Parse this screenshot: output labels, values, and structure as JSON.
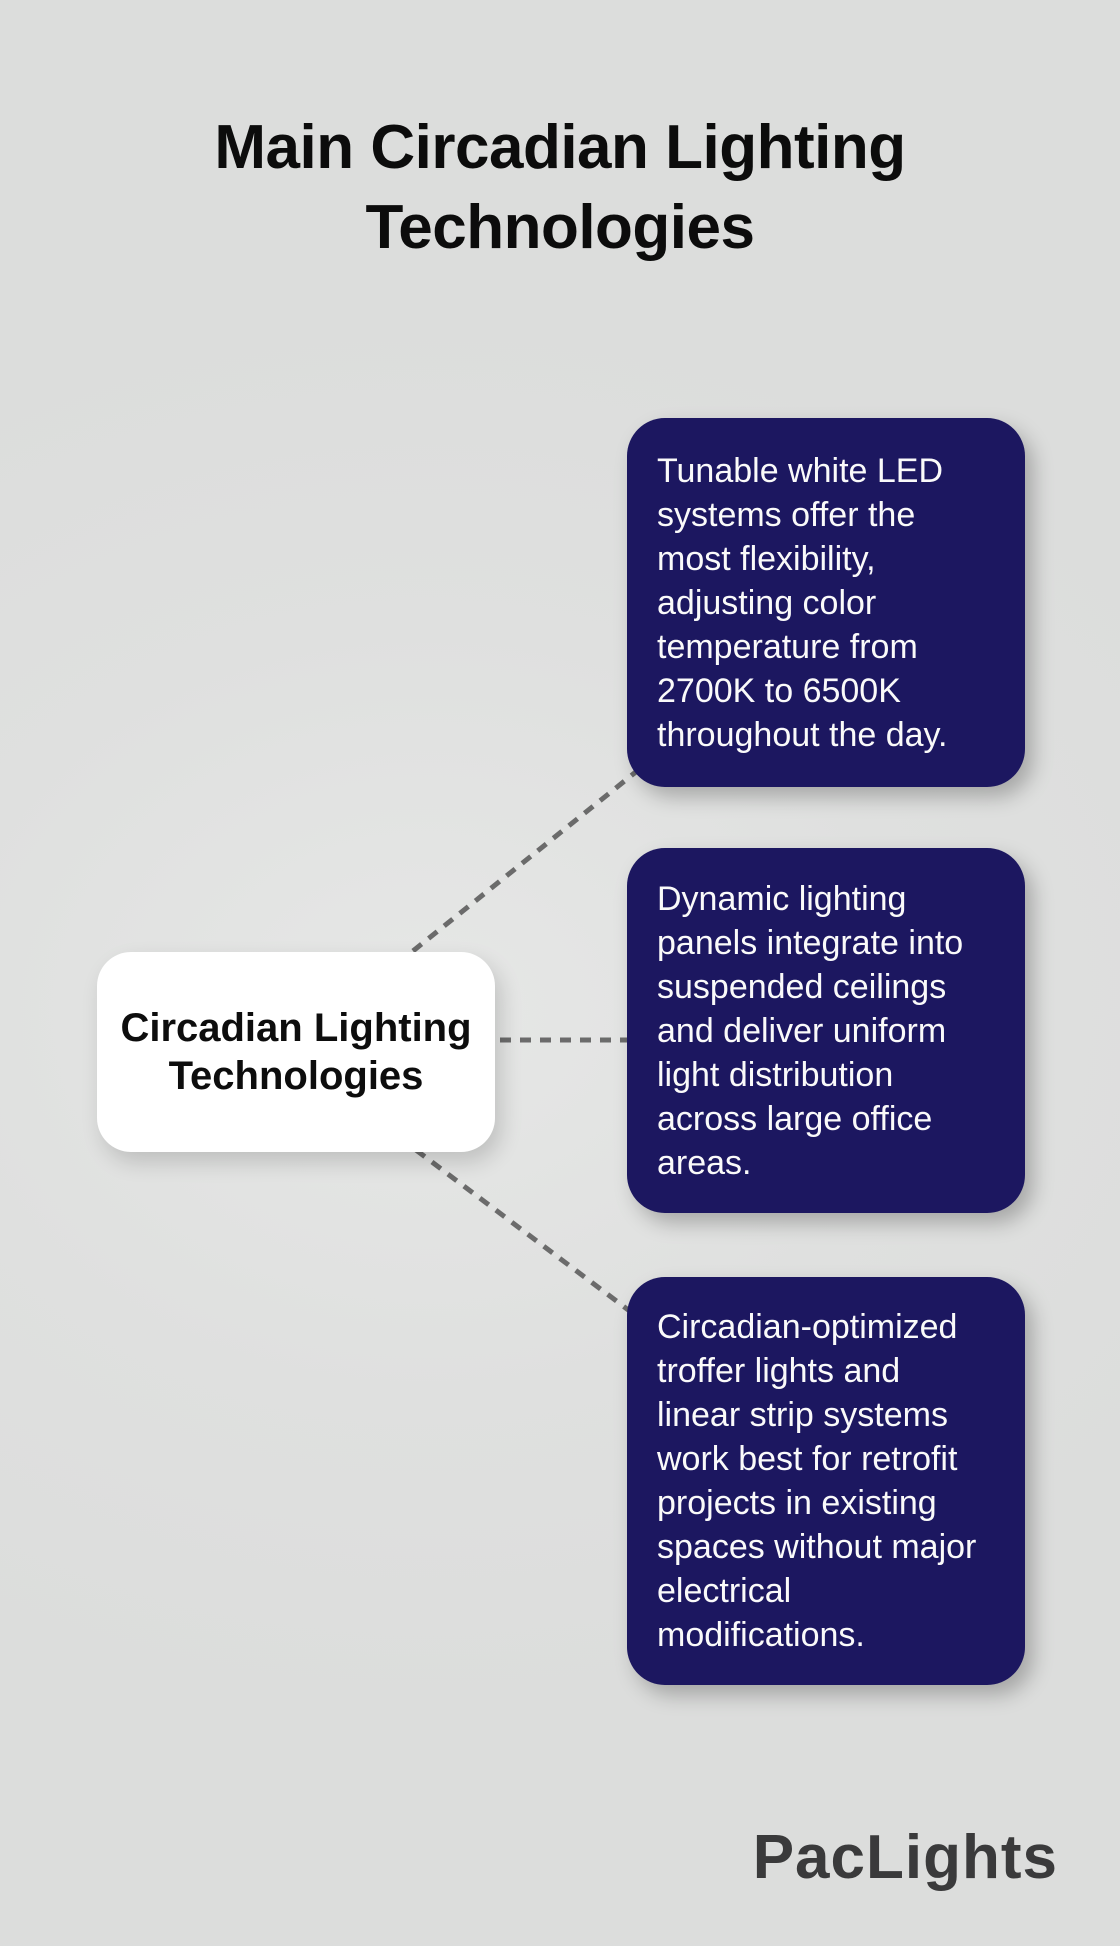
{
  "title": "Main Circadian Lighting Technologies",
  "root_node": {
    "label": "Circadian Lighting Technologies"
  },
  "branches": [
    {
      "text": "Tunable white LED systems offer the most flexibility, adjusting color temperature from 2700K to 6500K throughout the day."
    },
    {
      "text": "Dynamic lighting panels integrate into suspended ceilings and deliver uniform light distribution across large office areas."
    },
    {
      "text": "Circadian-optimized troffer lights and linear strip systems work best for retrofit projects in existing spaces without major electrical modifications."
    }
  ],
  "brand": "PacLights",
  "colors": {
    "background": "#dfe0df",
    "branch_fill": "#1c1760",
    "branch_text": "#fafafa",
    "root_fill": "#ffffff",
    "root_text": "#0d0d0d",
    "connector": "#6b6b6b",
    "title_text": "#0c0c0c",
    "brand_text": "#3a3a3b"
  }
}
